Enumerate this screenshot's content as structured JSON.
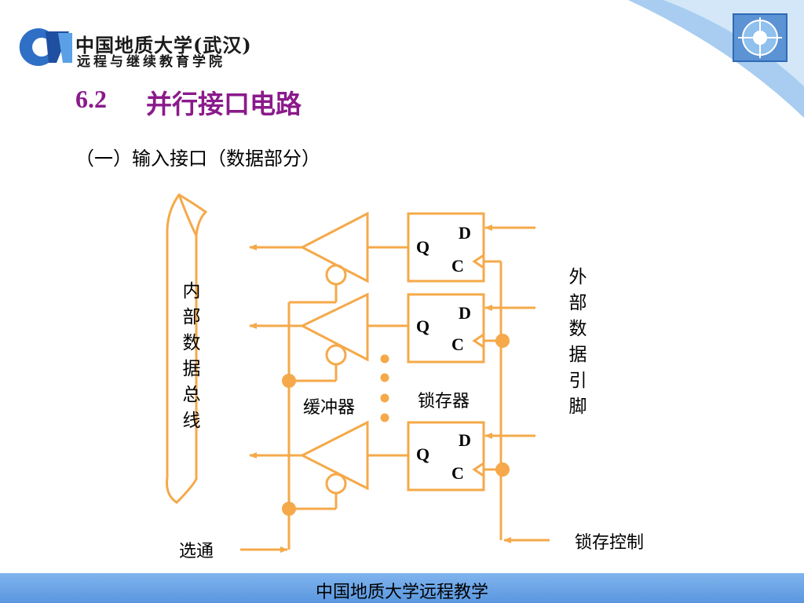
{
  "header": {
    "school_name": "中国地质大学(武汉)",
    "school_subtitle": "远程与继续教育学院"
  },
  "slide": {
    "section_number": "6.2",
    "section_title": "并行接口电路",
    "subtitle": "（一）输入接口（数据部分）"
  },
  "diagram": {
    "internal_bus_label": [
      "内",
      "部",
      "数",
      "据",
      "总",
      "线"
    ],
    "external_pins_label": [
      "外",
      "部",
      "数",
      "据",
      "引",
      "脚"
    ],
    "buffer_label": "缓冲器",
    "latch_label": "锁存器",
    "select_label": "选通",
    "latch_control_label": "锁存控制",
    "latch_pins": {
      "q": "Q",
      "d": "D",
      "c": "C"
    }
  },
  "footer": {
    "text": "中国地质大学远程教学"
  },
  "colors": {
    "wire": "#f5a94a",
    "title": "#8b1a8b",
    "footer": "#6fa8e8"
  }
}
